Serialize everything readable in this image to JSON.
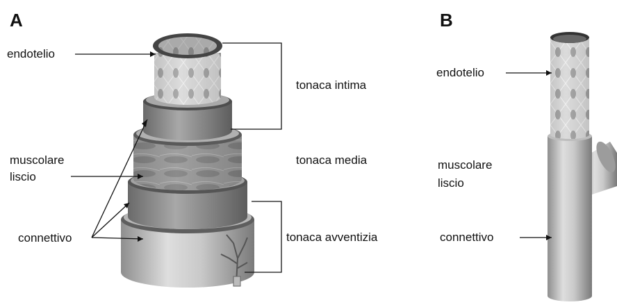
{
  "panels": {
    "a": {
      "letter": "A",
      "labels": {
        "endotelio": "endotelio",
        "muscolare": "muscolare",
        "liscio": "liscio",
        "connettivo": "connettivo"
      },
      "layers": {
        "intima": "tonaca intima",
        "media": "tonaca media",
        "avventizia": "tonaca avventizia"
      }
    },
    "b": {
      "letter": "B",
      "labels": {
        "endotelio": "endotelio",
        "muscolare": "muscolare",
        "liscio": "liscio",
        "connettivo": "connettivo"
      }
    }
  }
}
